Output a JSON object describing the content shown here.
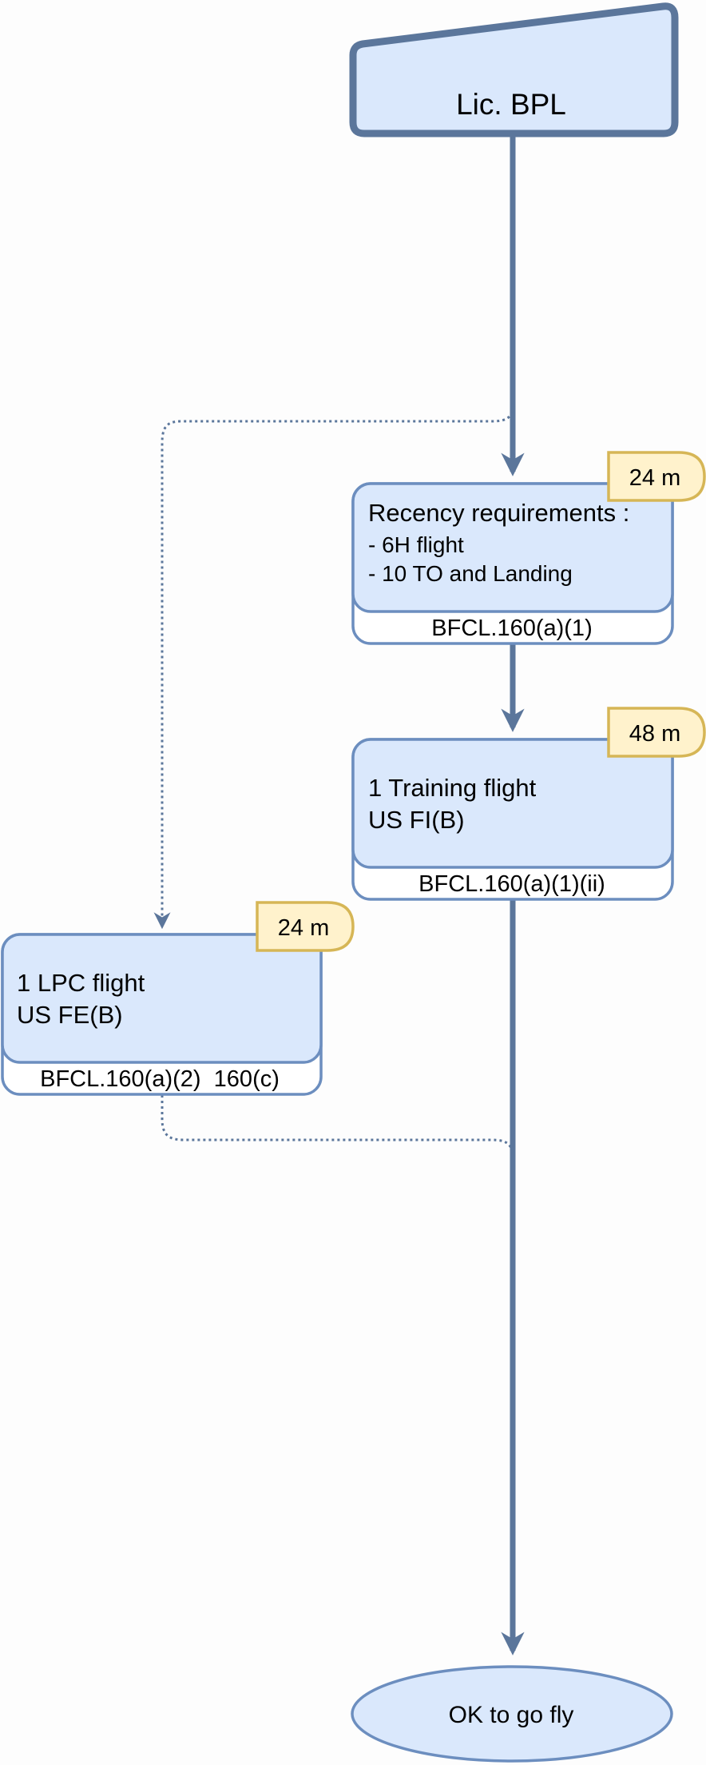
{
  "colors": {
    "node_fill": "#dae8fc",
    "node_stroke": "#6c8ebf",
    "edge": "#5b769b",
    "badge_fill": "#fff2cc",
    "badge_stroke": "#d6b656"
  },
  "start": {
    "label": "Lic. BPL"
  },
  "nodes": {
    "recency": {
      "lines": [
        "Recency requirements :",
        "- 6H flight",
        "- 10 TO and Landing"
      ],
      "ref": "BFCL.160(a)(1)",
      "badge": "24 m"
    },
    "training": {
      "lines": [
        "1 Training flight",
        "US FI(B)"
      ],
      "ref": "BFCL.160(a)(1)(ii)",
      "badge": "48 m"
    },
    "lpc": {
      "lines": [
        "1 LPC flight",
        "US FE(B)"
      ],
      "ref": "BFCL.160(a)(2)  160(c)",
      "badge": "24 m"
    }
  },
  "end": {
    "label": "OK to go fly"
  }
}
